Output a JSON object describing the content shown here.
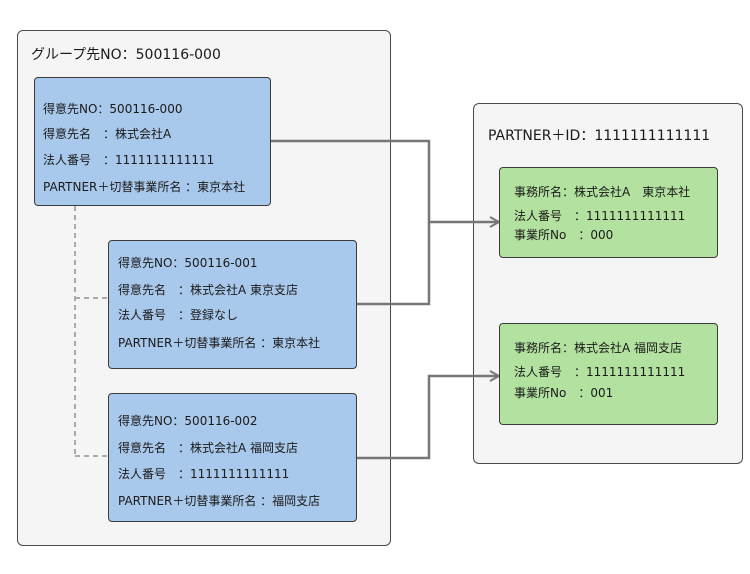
{
  "group": {
    "title": "グループ先NO：500116-000"
  },
  "customers": [
    {
      "no": "得意先NO：500116-000",
      "name": "得意先名　：株式会社A",
      "corp": "法人番号　：1111111111111",
      "partner_office": "PARTNER＋切替事業所名 ：東京本社"
    },
    {
      "no": "得意先NO：500116-001",
      "name": "得意先名　：株式会社A 東京支店",
      "corp": "法人番号　：登録なし",
      "partner_office": "PARTNER＋切替事業所名 ：東京本社"
    },
    {
      "no": "得意先NO：500116-002",
      "name": "得意先名　：株式会社A 福岡支店",
      "corp": "法人番号　：1111111111111",
      "partner_office": "PARTNER＋切替事業所名 ：福岡支店"
    }
  ],
  "partner": {
    "title": "PARTNER＋ID：1111111111111",
    "offices": [
      {
        "name": "事務所名：株式会社A　東京本社",
        "corp": "法人番号　：1111111111111",
        "office_no": "事業所No　：000"
      },
      {
        "name": "事務所名：株式会社A 福岡支店",
        "corp": "法人番号　：1111111111111",
        "office_no": "事業所No　：001"
      }
    ]
  },
  "colors": {
    "customer_fill": "#a9c9ec",
    "office_fill": "#b3e2a0",
    "connector": "#777777",
    "dashed_connector": "#aaaaaa"
  }
}
